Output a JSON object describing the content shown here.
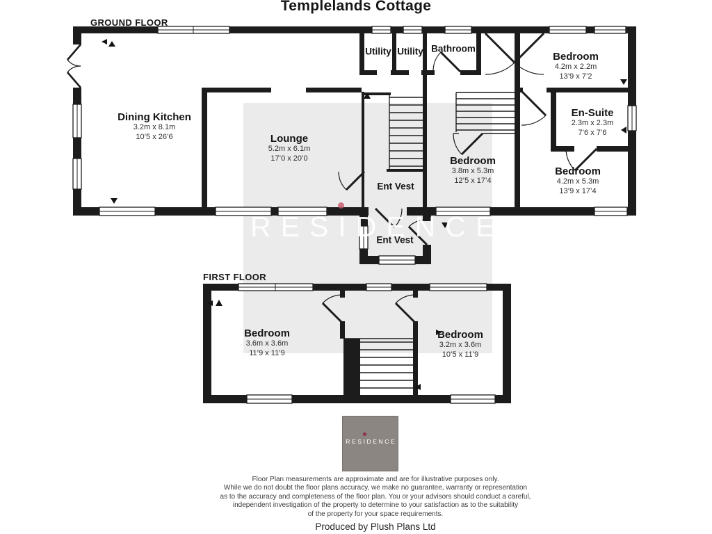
{
  "title": "Templelands Cottage",
  "ground": {
    "label": "GROUND FLOOR",
    "rooms": {
      "dining_kitchen": {
        "name": "Dining Kitchen",
        "metric": "3.2m x 8.1m",
        "imperial": "10’5 x 26’6"
      },
      "lounge": {
        "name": "Lounge",
        "metric": "5.2m x 6.1m",
        "imperial": "17’0 x 20’0"
      },
      "utility_1": {
        "name": "Utility"
      },
      "utility_2": {
        "name": "Utility"
      },
      "bathroom": {
        "name": "Bathroom"
      },
      "bedroom_top": {
        "name": "Bedroom",
        "metric": "4.2m x 2.2m",
        "imperial": "13’9 x 7’2"
      },
      "ensuite": {
        "name": "En-Suite",
        "metric": "2.3m x 2.3m",
        "imperial": "7’6 x 7’6"
      },
      "bedroom_mid": {
        "name": "Bedroom",
        "metric": "3.8m x 5.3m",
        "imperial": "12’5 x 17’4"
      },
      "bedroom_right": {
        "name": "Bedroom",
        "metric": "4.2m x 5.3m",
        "imperial": "13’9 x 17’4"
      },
      "ent_vest_upper": {
        "name": "Ent Vest"
      },
      "ent_vest_lower": {
        "name": "Ent Vest"
      }
    }
  },
  "first": {
    "label": "FIRST FLOOR",
    "rooms": {
      "bedroom_left": {
        "name": "Bedroom",
        "metric": "3.6m x 3.6m",
        "imperial": "11’9 x 11’9"
      },
      "bedroom_right": {
        "name": "Bedroom",
        "metric": "3.2m x 3.6m",
        "imperial": "10’5 x 11’9"
      }
    }
  },
  "watermark": {
    "text": "RESIDENCE"
  },
  "logo": {
    "text": "RESIDENCE"
  },
  "disclaimer": {
    "line1": "Floor Plan measurements are approximate and are for illustrative purposes only.",
    "line2": "While we do not doubt the floor plans accuracy, we make no guarantee, warranty or representation",
    "line3": "as to the accuracy and completeness of the floor plan. You or your advisors should conduct a careful,",
    "line4": "independent investigation of the property to determine to your satisfaction as to the suitability",
    "line5": "of the property for your space requirements.",
    "credit": "Produced by Plush Plans Ltd"
  },
  "colors": {
    "wall": "#1c1c1c",
    "watermark_bg": "#ebebeb",
    "watermark_dot": "#c4556a",
    "logo_bg": "#8b8681",
    "logo_dot": "#8e3346"
  }
}
